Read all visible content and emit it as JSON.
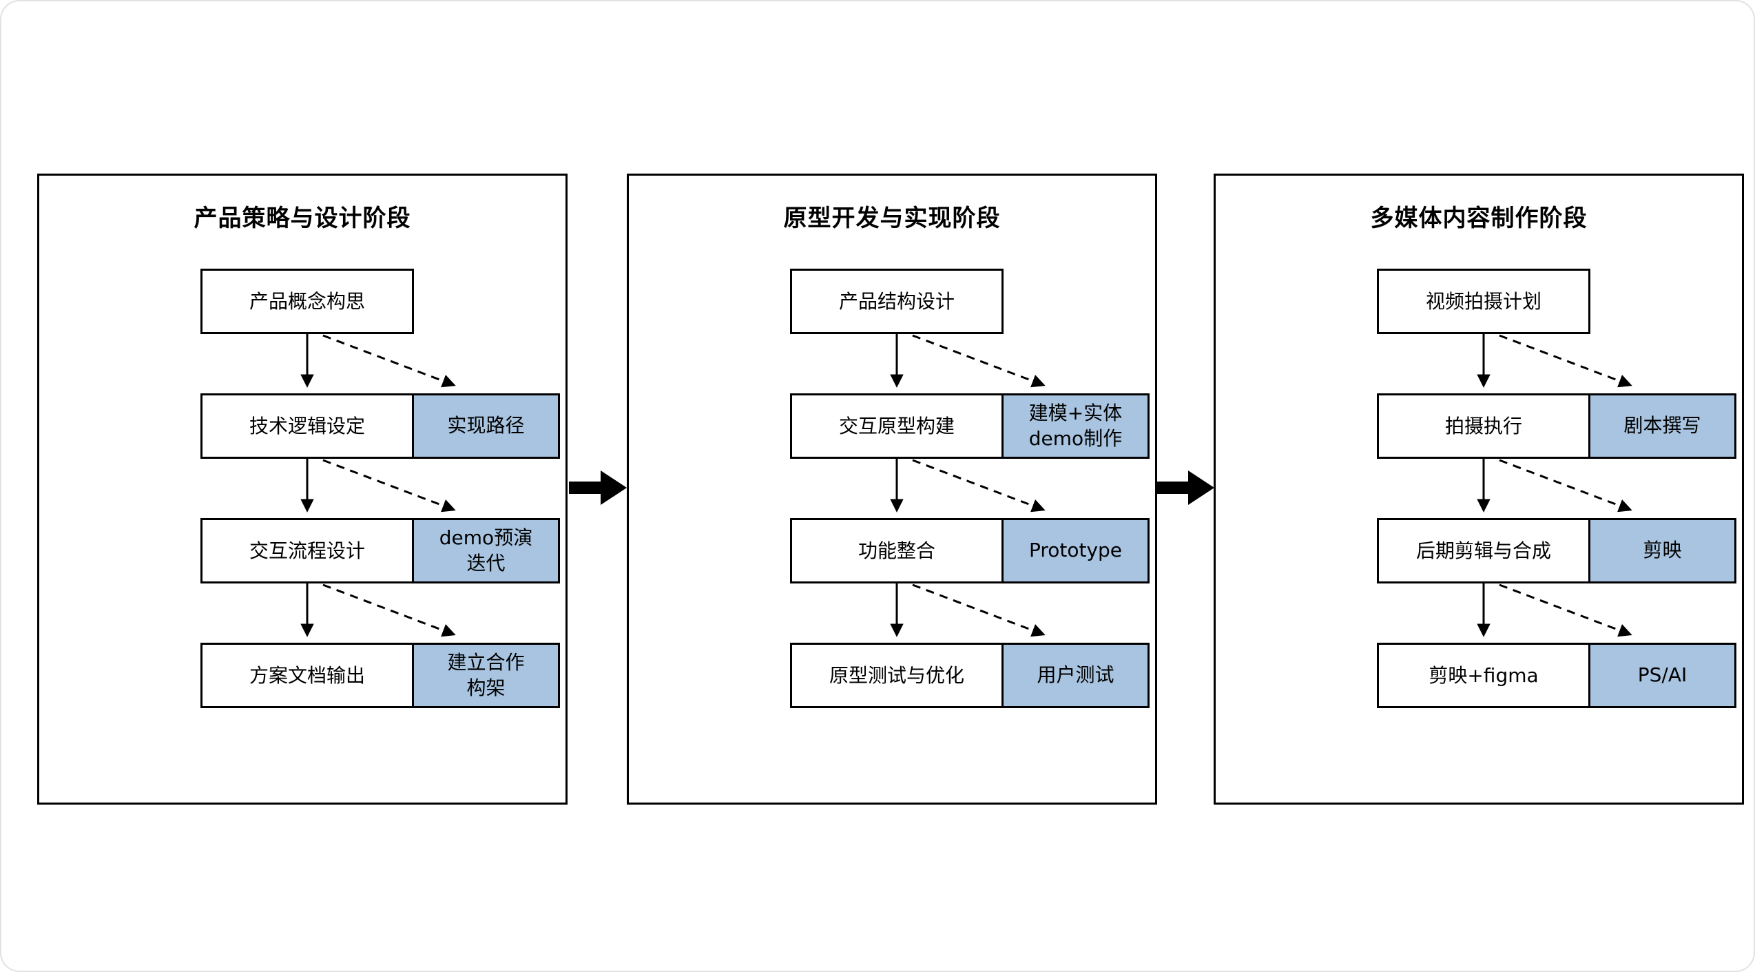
{
  "diagram": {
    "background": "#ffffff",
    "panel_border_color": "#000000",
    "step_box_fill": "#ffffff",
    "tool_box_fill": "#a8c4e0",
    "arrow_color": "#000000"
  },
  "panels": [
    {
      "title": "产品策略与设计阶段",
      "rows": [
        {
          "main": "产品概念构思"
        },
        {
          "main": "技术逻辑设定",
          "side": "实现路径"
        },
        {
          "main": "交互流程设计",
          "side": "demo预演\n迭代"
        },
        {
          "main": "方案文档输出",
          "side": "建立合作\n构架"
        }
      ]
    },
    {
      "title": "原型开发与实现阶段",
      "rows": [
        {
          "main": "产品结构设计"
        },
        {
          "main": "交互原型构建",
          "side": "建模+实体\ndemo制作"
        },
        {
          "main": "功能整合",
          "side": "Prototype"
        },
        {
          "main": "原型测试与优化",
          "side": "用户测试"
        }
      ]
    },
    {
      "title": "多媒体内容制作阶段",
      "rows": [
        {
          "main": "视频拍摄计划"
        },
        {
          "main": "拍摄执行",
          "side": "剧本撰写"
        },
        {
          "main": "后期剪辑与合成",
          "side": "剪映"
        },
        {
          "main": "剪映+figma",
          "side": "PS/AI"
        }
      ]
    }
  ]
}
